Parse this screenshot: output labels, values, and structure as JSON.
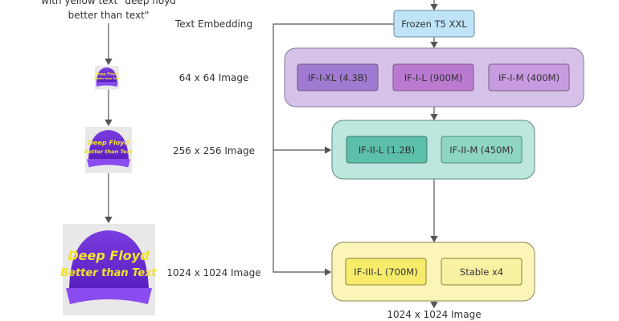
{
  "prompt": {
    "line1": "with yellow text \"deep floyd",
    "line2": "better than text\""
  },
  "labels": {
    "text_embedding": "Text Embedding",
    "img64": "64 x 64 Image",
    "img256": "256 x 256 Image",
    "img1024": "1024 x 1024 Image",
    "output": "1024 x 1024 Image"
  },
  "encoder": {
    "label": "Frozen T5 XXL",
    "color": "#bfe3f7"
  },
  "stage1": {
    "color": "#d6c1e8",
    "models": [
      {
        "label": "IF-I-XL (4.3B)",
        "color": "#9f7ad0"
      },
      {
        "label": "IF-I-L (900M)",
        "color": "#b97ad0"
      },
      {
        "label": "IF-I-M (400M)",
        "color": "#c89be0"
      }
    ]
  },
  "stage2": {
    "color": "#bde6de",
    "models": [
      {
        "label": "IF-II-L (1.2B)",
        "color": "#5cbfa9"
      },
      {
        "label": "IF-II-M (450M)",
        "color": "#8fd5c3"
      }
    ]
  },
  "stage3": {
    "color": "#fbf6b8",
    "models": [
      {
        "label": "IF-III-L (700M)",
        "color": "#f7ec6a"
      },
      {
        "label": "Stable x4",
        "color": "#f9f1a2"
      }
    ]
  },
  "cap_text": {
    "line1": "Deep Floyd",
    "line2": "Better than Text"
  }
}
